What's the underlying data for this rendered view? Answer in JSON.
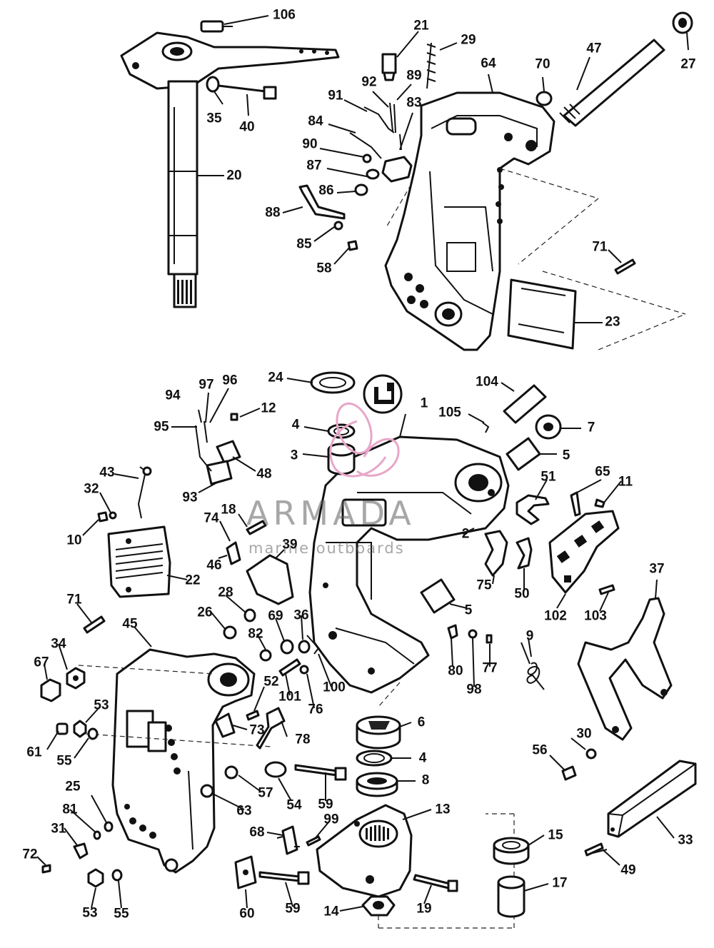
{
  "diagram": {
    "type": "exploded parts diagram",
    "watermark": {
      "brand": "ARMADA",
      "tagline": "marine outboards",
      "logo_color": "#e8a6c8"
    },
    "callouts": {
      "n1": "1",
      "n2": "2",
      "n3": "3",
      "n4a": "4",
      "n4b": "4",
      "n5a": "5",
      "n5b": "5",
      "n6": "6",
      "n7": "7",
      "n8": "8",
      "n9": "9",
      "n10": "10",
      "n11": "11",
      "n12": "12",
      "n13": "13",
      "n14": "14",
      "n15": "15",
      "n17": "17",
      "n18": "18",
      "n19": "19",
      "n20": "20",
      "n21": "21",
      "n22": "22",
      "n23": "23",
      "n24": "24",
      "n25": "25",
      "n26": "26",
      "n27": "27",
      "n28": "28",
      "n29": "29",
      "n30": "30",
      "n31": "31",
      "n32": "32",
      "n33": "33",
      "n34": "34",
      "n35": "35",
      "n36": "36",
      "n37": "37",
      "n39": "39",
      "n40": "40",
      "n43": "43",
      "n45": "45",
      "n46": "46",
      "n47": "47",
      "n48": "48",
      "n49": "49",
      "n50": "50",
      "n51": "51",
      "n52": "52",
      "n53a": "53",
      "n53b": "53",
      "n54": "54",
      "n55a": "55",
      "n55b": "55",
      "n56": "56",
      "n57": "57",
      "n58": "58",
      "n59a": "59",
      "n59b": "59",
      "n60": "60",
      "n61": "61",
      "n63": "63",
      "n64": "64",
      "n65": "65",
      "n67": "67",
      "n68": "68",
      "n69": "69",
      "n70": "70",
      "n71a": "71",
      "n71b": "71",
      "n72": "72",
      "n73": "73",
      "n74": "74",
      "n75": "75",
      "n76": "76",
      "n77": "77",
      "n78": "78",
      "n80": "80",
      "n81": "81",
      "n82": "82",
      "n83": "83",
      "n84": "84",
      "n85": "85",
      "n86": "86",
      "n87": "87",
      "n88": "88",
      "n89": "89",
      "n90": "90",
      "n91": "91",
      "n92": "92",
      "n93": "93",
      "n94": "94",
      "n95": "95",
      "n96": "96",
      "n97": "97",
      "n98": "98",
      "n99": "99",
      "n100": "100",
      "n101": "101",
      "n102": "102",
      "n103": "103",
      "n104": "104",
      "n105": "105",
      "n106": "106"
    }
  }
}
